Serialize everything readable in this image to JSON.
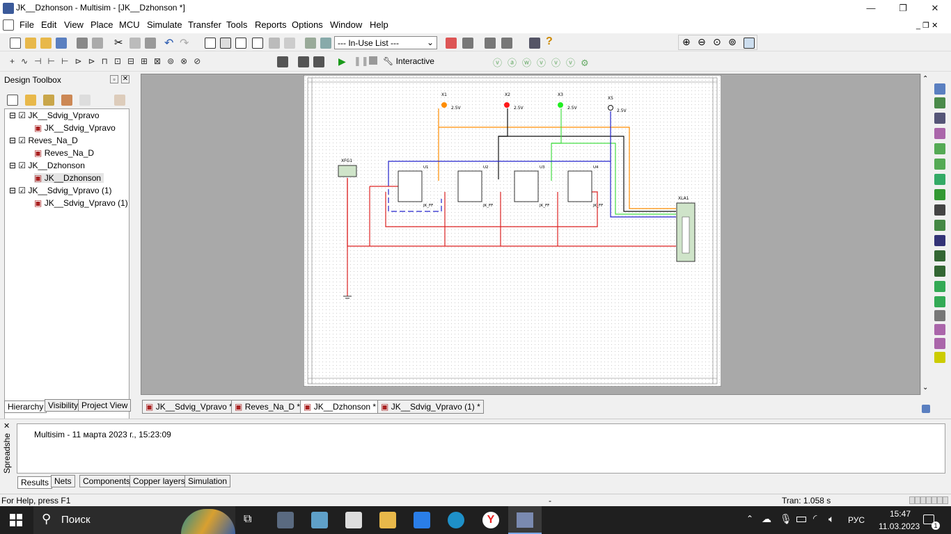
{
  "window": {
    "title": "JK__Dzhonson - Multisim - [JK__Dzhonson *]",
    "minimize": "—",
    "restore": "❐",
    "close": "✕"
  },
  "menu": [
    "File",
    "Edit",
    "View",
    "Place",
    "MCU",
    "Simulate",
    "Transfer",
    "Tools",
    "Reports",
    "Options",
    "Window",
    "Help"
  ],
  "toolbar": {
    "in_use_list": "--- In-Use List ---",
    "interactive_label": "Interactive"
  },
  "design_toolbox": {
    "title": "Design Toolbox",
    "tree": [
      {
        "label": "JK__Sdvig_Vpravo",
        "child": "JK__Sdvig_Vpravo"
      },
      {
        "label": "Reves_Na_D",
        "child": "Reves_Na_D"
      },
      {
        "label": "JK__Dzhonson",
        "child": "JK__Dzhonson"
      },
      {
        "label": "JK__Sdvig_Vpravo (1)",
        "child": "JK__Sdvig_Vpravo (1)"
      }
    ],
    "tabs": [
      "Hierarchy",
      "Visibility",
      "Project View"
    ]
  },
  "document_tabs": [
    "JK__Sdvig_Vpravo *",
    "Reves_Na_D *",
    "JK__Dzhonson *",
    "JK__Sdvig_Vpravo (1) *"
  ],
  "schematic": {
    "probes": [
      {
        "ref": "X1",
        "voltage": "2.5V",
        "color": "#ff8c00"
      },
      {
        "ref": "X2",
        "voltage": "2.5V",
        "color": "#ff0000"
      },
      {
        "ref": "X3",
        "voltage": "2.5V",
        "color": "#00dd00"
      },
      {
        "ref": "X5",
        "voltage": "2.5V",
        "color": "#ffffff"
      }
    ],
    "flipflops": [
      {
        "ref": "U1",
        "type": "JK_FF"
      },
      {
        "ref": "U2",
        "type": "JK_FF"
      },
      {
        "ref": "U3",
        "type": "JK_FF"
      },
      {
        "ref": "U4",
        "type": "JK_FF"
      }
    ],
    "generator": "XFG1",
    "analyzer": "XLA1"
  },
  "spreadsheet": {
    "vertical_label": "Spreadshe",
    "message": "Multisim  -  11 марта 2023 г., 15:23:09",
    "tabs": [
      "Results",
      "Nets",
      "Components",
      "Copper layers",
      "Simulation"
    ]
  },
  "statusbar": {
    "help": "For Help, press F1",
    "mid": "-",
    "tran": "Tran: 1.058 s"
  },
  "taskbar": {
    "search": "Поиск",
    "lang": "РУС",
    "time": "15:47",
    "date": "11.03.2023",
    "notif": "1"
  }
}
